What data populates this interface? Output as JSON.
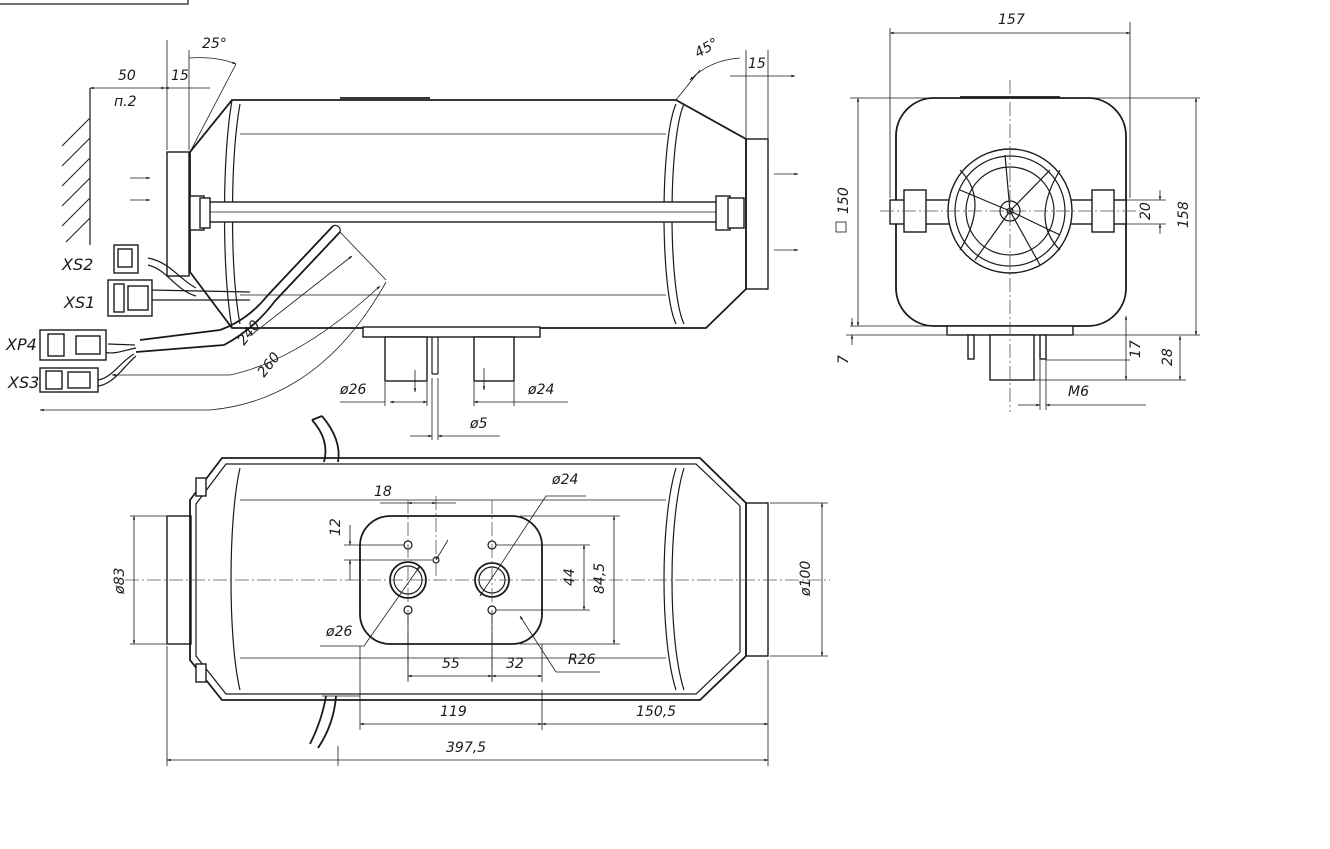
{
  "colors": {
    "ink": "#1a1a1a",
    "paper": "#ffffff"
  },
  "side_view": {
    "dims": {
      "wall_offset": "50",
      "note": "п.2",
      "flange_15_left": "15",
      "angle_left": "25°",
      "angle_right": "45°",
      "flange_15_right": "15",
      "pipe_240": "240",
      "pipe_260": "260",
      "d26": "ø26",
      "d24": "ø24",
      "d5": "ø5"
    },
    "connectors": {
      "xs2": "XS2",
      "xs1": "XS1",
      "xp4": "XP4",
      "xs3": "XS3"
    }
  },
  "end_view": {
    "dims": {
      "width_157": "157",
      "square_label": "□",
      "square_150": "150",
      "height_158": "158",
      "clamp_20": "20",
      "base_7": "7",
      "stud_17": "17",
      "stud_28": "28",
      "thread_m6": "M6"
    }
  },
  "bottom_view": {
    "dims": {
      "d83": "ø83",
      "d100": "ø100",
      "spacing_18": "18",
      "spacing_12": "12",
      "d24": "ø24",
      "d26": "ø26",
      "spacing_44": "44",
      "spacing_84_5": "84,5",
      "spacing_55": "55",
      "spacing_32": "32",
      "radius_26": "R26",
      "length_119": "119",
      "length_150_5": "150,5",
      "length_397_5": "397,5"
    }
  }
}
